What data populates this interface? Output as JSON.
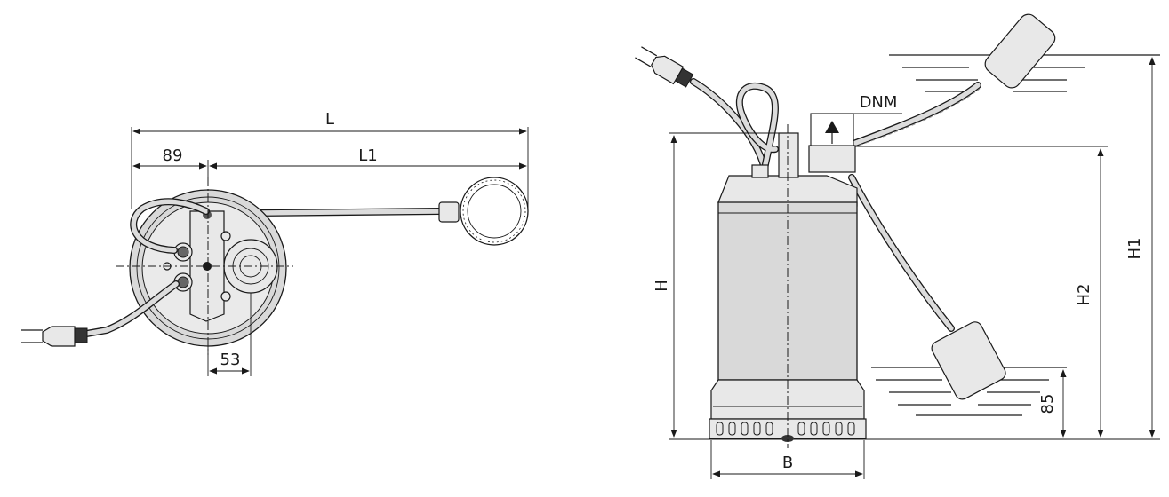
{
  "diagram": {
    "top_view": {
      "dimensions": {
        "L": "L",
        "L1": "L1",
        "d89": "89",
        "d53": "53"
      }
    },
    "side_view": {
      "dimensions": {
        "H": "H",
        "H1": "H1",
        "H2": "H2",
        "B": "B",
        "DNM": "DNM",
        "d85": "85"
      }
    }
  }
}
